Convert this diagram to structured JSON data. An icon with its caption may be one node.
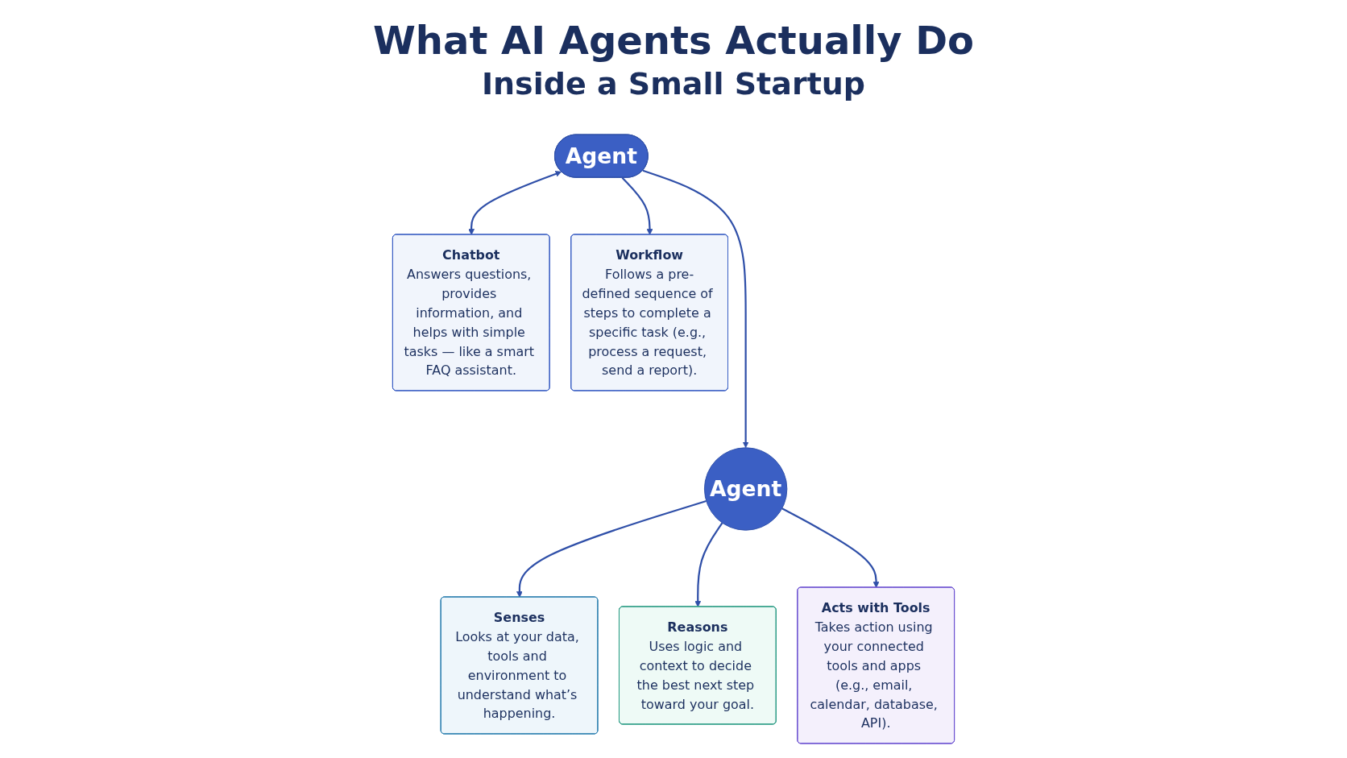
{
  "diagram": {
    "title": "What AI Agents Actually Do",
    "nodes": [
      {
        "text": [
          "Agent"
        ]
      },
      {
        "text": [
          "Chatbot",
          "Answers questions, provides information, and helps with simple tasks — like a smart FAQ assistant."
        ]
      },
      {
        "text": [
          "Workflow",
          "Follows a pre-defined sequence of steps to complete a specific task (e.g., process a request, send a report)."
        ]
      },
      {
        "text": [
          "Agent"
        ]
      },
      {
        "text": [
          "Senses",
          "Looks at your data, tools and environment to understand what’s happening."
        ]
      },
      {
        "text": [
          "Reasons",
          "Uses logic and context to decide the best next step toward your goal."
        ]
      },
      {
        "text": [
          "Acts with Tools",
          "Takes action using your connected tools and apps (e.g., email, calendar, database, API)."
        ]
      }
    ],
    "edges": [
      {
        "from": 0,
        "to": 1,
        "arrow": "both"
      },
      {
        "from": 0,
        "to": 2,
        "arrow": "to"
      },
      {
        "from": 0,
        "to": 3,
        "arrow": "to"
      },
      {
        "from": 3,
        "to": 4,
        "arrow": "to"
      },
      {
        "from": 3,
        "to": 5,
        "arrow": "to"
      },
      {
        "from": 3,
        "to": 6,
        "arrow": "to"
      }
    ],
    "labels": [
      "Inside a Small Startup"
    ]
  }
}
